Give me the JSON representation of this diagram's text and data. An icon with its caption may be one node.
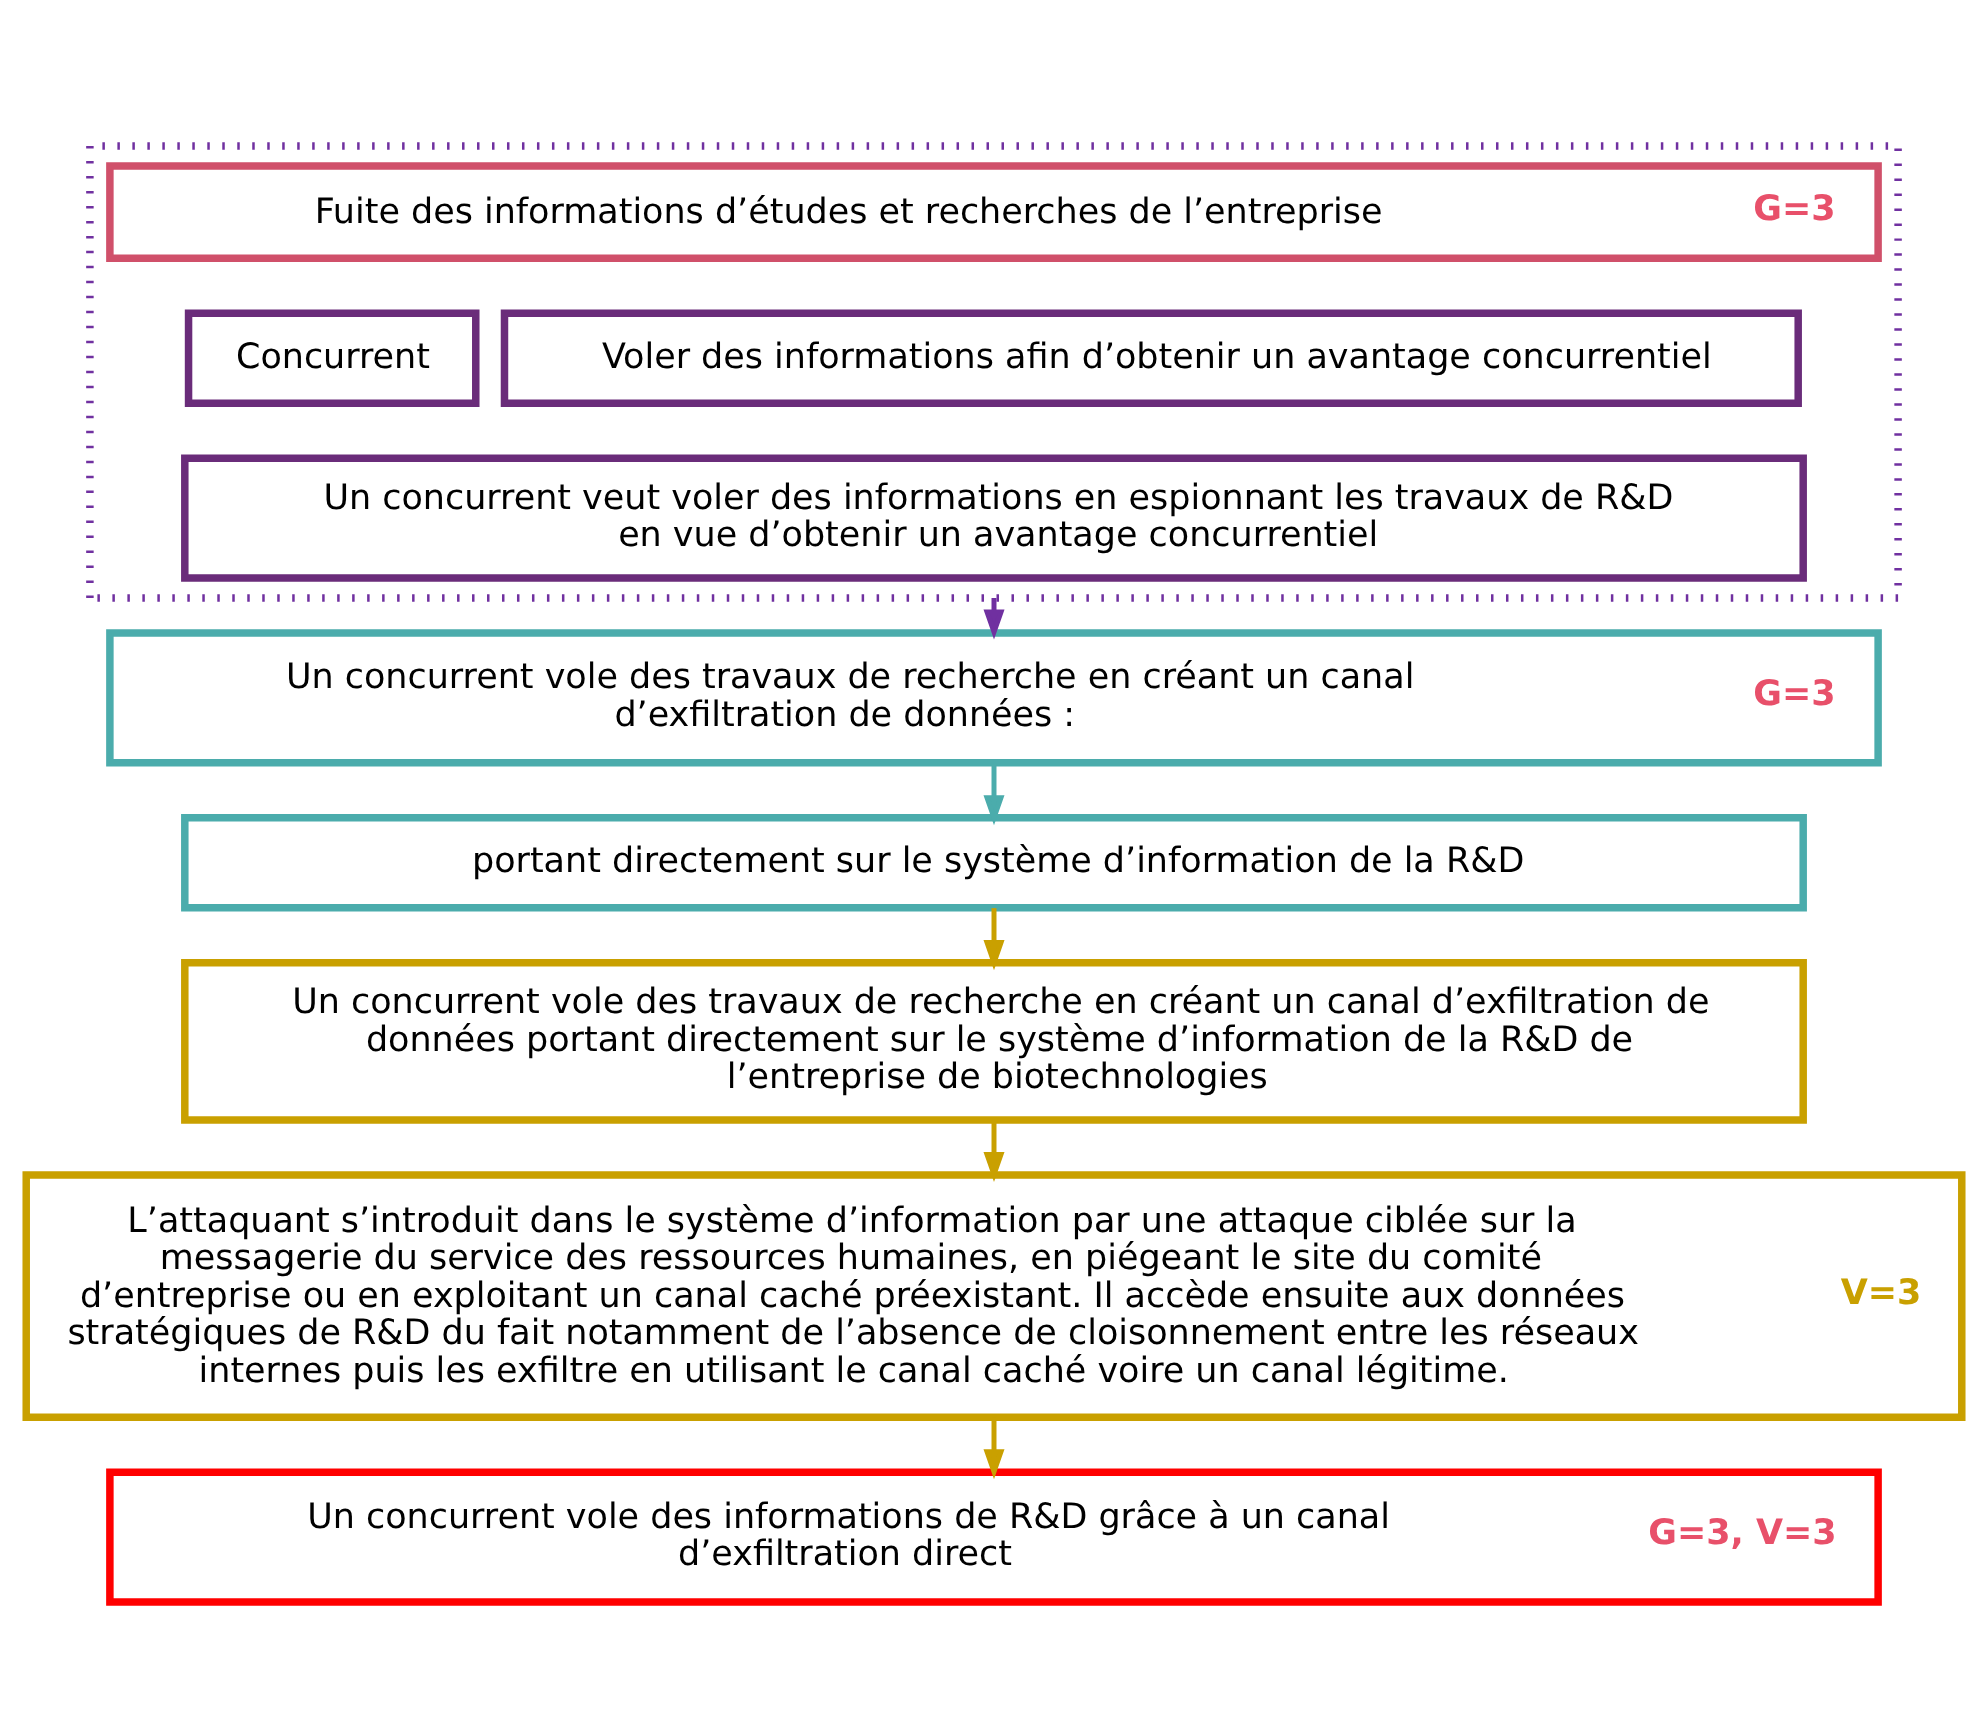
{
  "diagram": {
    "nodes": [
      {
        "text": [],
        "shape": "box"
      },
      {
        "text": [
          "Fuite des informations d’études et recherches de l’entreprise",
          "G=3"
        ],
        "in": 0
      },
      {
        "text": [
          "Concurrent"
        ],
        "in": 0
      },
      {
        "text": [
          "Voler des informations afin d’obtenir un avantage concurrentiel"
        ],
        "in": 0
      },
      {
        "text": [
          "Un concurrent veut voler des informations en espionnant les travaux de R&D en vue d’obtenir un avantage concurrentiel"
        ],
        "in": 0
      },
      {
        "text": [
          "Un concurrent vole des travaux de recherche en créant un canal d’exfiltration de données :",
          "G=3"
        ]
      },
      {
        "text": [
          "portant directement sur le système d’information de la R&D"
        ]
      },
      {
        "text": [
          "Un concurrent vole des travaux de recherche en créant un canal d’exfiltration de données portant directement sur le système d’information de la R&D de l’entreprise de biotechnologies"
        ]
      },
      {
        "text": [
          "L’attaquant s’introduit dans le système d’information par une attaque ciblée sur la messagerie du service des ressources humaines, en piégeant le site du comité d’entreprise ou en exploitant un canal caché préexistant. Il accède ensuite aux données stratégiques de R&D du fait notamment de l’absence de cloisonnement entre les réseaux internes puis les exfiltre en utilisant le canal caché voire un canal légitime.",
          "V=3"
        ]
      },
      {
        "text": [
          "Un concurrent vole des informations de R&D grâce à un canal d’exfiltration direct",
          "G=3, V=3"
        ]
      }
    ],
    "edges": [
      {
        "from": 0,
        "to": 5,
        "arrow": "to",
        "color": "#7030a0"
      },
      {
        "from": 5,
        "to": 6,
        "arrow": "to",
        "color": "#4bacac"
      },
      {
        "from": 6,
        "to": 7,
        "arrow": "to"
      },
      {
        "from": 7,
        "to": 8,
        "arrow": "to"
      },
      {
        "from": 8,
        "to": 9,
        "arrow": "to"
      }
    ]
  }
}
